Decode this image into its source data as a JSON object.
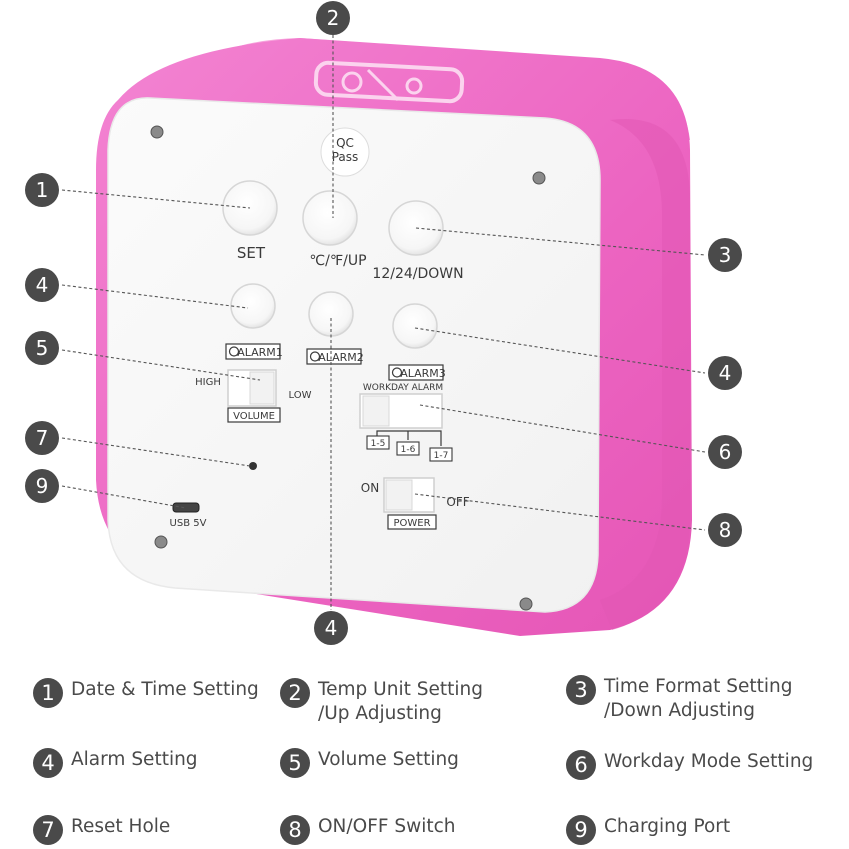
{
  "product": {
    "qc_sticker": "QC\nPass",
    "button_labels": {
      "set": "SET",
      "temp_up": "℃/℉/UP",
      "format_down": "12/24/DOWN",
      "alarm1": "ALARM1",
      "alarm2": "ALARM2",
      "alarm3": "ALARM3"
    },
    "switch_labels": {
      "high": "HIGH",
      "low": "LOW",
      "volume": "VOLUME",
      "workday_alarm": "WORKDAY ALARM",
      "workday_1_5": "1-5",
      "workday_1_6": "1-6",
      "workday_1_7": "1-7",
      "on": "ON",
      "off": "OFF",
      "power": "POWER",
      "usb": "USB 5V"
    },
    "callouts": [
      "1",
      "2",
      "3",
      "4",
      "5",
      "4",
      "7",
      "9",
      "6",
      "8",
      "4"
    ]
  },
  "legend": [
    {
      "num": "1",
      "text": "Date & Time Setting"
    },
    {
      "num": "2",
      "text": "Temp Unit Setting\n/Up Adjusting"
    },
    {
      "num": "3",
      "text": "Time Format Setting\n/Down Adjusting"
    },
    {
      "num": "4",
      "text": "Alarm Setting"
    },
    {
      "num": "5",
      "text": "Volume Setting"
    },
    {
      "num": "6",
      "text": "Workday Mode Setting"
    },
    {
      "num": "7",
      "text": "Reset Hole"
    },
    {
      "num": "8",
      "text": "ON/OFF Switch"
    },
    {
      "num": "9",
      "text": "Charging Port"
    }
  ],
  "colors": {
    "housing": "#ee6fc6",
    "panel": "#f8f8f8",
    "badge": "#4a4a4a"
  }
}
